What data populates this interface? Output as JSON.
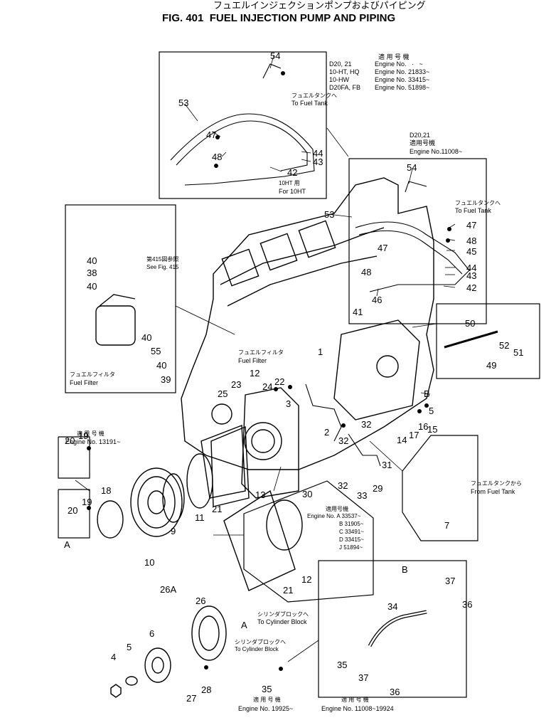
{
  "title": {
    "jp": "フュエルインジェクションポンプおよびパイピング",
    "en": "FIG. 401  FUEL INJECTION PUMP AND PIPING"
  },
  "applicability_top": {
    "header": "適 用 号 機",
    "rows": [
      {
        "model": "D20, 21",
        "engine": "Engine No.   ·   ~"
      },
      {
        "model": "10-HT, HQ",
        "engine": "Engine No. 21833~"
      },
      {
        "model": "10-HW",
        "engine": "Engine No. 33415~"
      },
      {
        "model": "D20FA, FB",
        "engine": "Engine No. 51898~"
      }
    ]
  },
  "applicability_right": {
    "model": "D20,21",
    "header": "適用号機",
    "engine": "Engine No.11008~"
  },
  "applicability_mid": {
    "header": "適用号機",
    "rows": [
      "Engine No. A 33537~",
      "B 31905~",
      "C 33491~",
      "D 33415~",
      "J 51894~"
    ]
  },
  "applicability_left": {
    "header": "適 用 号 機",
    "engine": "Engine No. 13191~"
  },
  "applicability_bottom_left": {
    "header": "適 用 号 機",
    "engine": "Engine No. 19925~"
  },
  "applicability_bottom_right": {
    "header": "適 用 号 機",
    "engine": "Engine No. 11008~19924"
  },
  "notes": {
    "to_fuel_tank_jp": "フュエルタンクへ",
    "to_fuel_tank_en": "To Fuel Tank",
    "for_10ht_jp": "10HT 用",
    "for_10ht_en": "For 10HT",
    "see_fig_jp": "第415図参照",
    "see_fig_en": "See Fig. 415",
    "fuel_filter_jp": "フュエルフィルタ",
    "fuel_filter_en": "Fuel Filter",
    "from_fuel_tank_jp": "フュエルタンクから",
    "from_fuel_tank_en": "From Fuel Tank",
    "to_cyl_block_jp": "シリンダブロックへ",
    "to_cyl_block_en": "To Cylinder Block"
  },
  "callouts": {
    "c54a": "54",
    "c53a": "53",
    "c47a": "47",
    "c48a": "48",
    "c44a": "44",
    "c43a": "43",
    "c42a": "42",
    "c54b": "54",
    "c53b": "53",
    "c47b": "47",
    "c47c": "47",
    "c48b": "48",
    "c48c": "48",
    "c45": "45",
    "c44b": "44",
    "c43b": "43",
    "c42b": "42",
    "c46": "46",
    "c41": "41",
    "c50": "50",
    "c52": "52",
    "c51": "51",
    "c49": "49",
    "c40a": "40",
    "c38": "38",
    "c40b": "40",
    "c40c": "40",
    "c55": "55",
    "c40d": "40",
    "c39": "39",
    "c1": "1",
    "c12": "12",
    "c23": "23",
    "c25": "25",
    "c24": "24",
    "c22": "22",
    "c3": "3",
    "c2": "2",
    "c19a": "19",
    "c20a": "20",
    "c18": "18",
    "c19b": "19",
    "c20b": "20",
    "cA": "A",
    "c10": "10",
    "c9": "9",
    "c11": "11",
    "c21a": "21",
    "c13": "13",
    "c30": "30",
    "cB": "B",
    "c5": "5",
    "c16": "16",
    "c17": "17",
    "c14": "14",
    "c15": "15",
    "c32a": "32",
    "c32b": "32",
    "c32c": "32",
    "c33": "33",
    "c29": "29",
    "c31": "31",
    "c7": "7",
    "c12b": "12",
    "c21b": "21",
    "c26a": "26A",
    "c26": "26",
    "cA2": "A",
    "c6": "6",
    "c5b": "5",
    "c4": "4",
    "c28": "28",
    "c27": "27",
    "c35a": "35",
    "cB2": "B",
    "c37a": "37",
    "c36a": "36",
    "c34": "34",
    "c35b": "35",
    "c37b": "37",
    "c36b": "36"
  }
}
